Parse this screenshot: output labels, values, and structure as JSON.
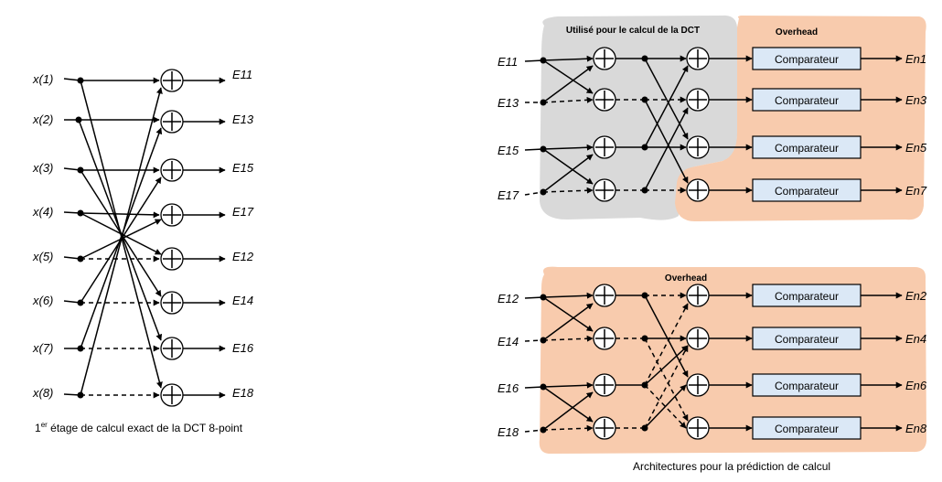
{
  "left": {
    "inputs": [
      "x(1)",
      "x(2)",
      "x(3)",
      "x(4)",
      "x(5)",
      "x(6)",
      "x(7)",
      "x(8)"
    ],
    "outputs": [
      "E11",
      "E13",
      "E15",
      "E17",
      "E12",
      "E14",
      "E16",
      "E18"
    ],
    "caption_sup": "er",
    "caption_prefix": "1",
    "caption_rest": " étage de calcul exact de la DCT 8-point"
  },
  "top_arch": {
    "gray_title": "Utilisé pour le calcul de la DCT",
    "overhead_title": "Overhead",
    "inputs": [
      "E11",
      "E13",
      "E15",
      "E17"
    ],
    "comparator_label": "Comparateur",
    "outputs": [
      "En1",
      "En3",
      "En5",
      "En7"
    ]
  },
  "bottom_arch": {
    "overhead_title": "Overhead",
    "inputs": [
      "E12",
      "E14",
      "E16",
      "E18"
    ],
    "comparator_label": "Comparateur",
    "outputs": [
      "En2",
      "En4",
      "En6",
      "En8"
    ]
  },
  "caption_right": "Architectures pour la prédiction de calcul",
  "colors": {
    "gray_region": "#d9d9d9",
    "overhead_region": "#f8cbad",
    "comparator_fill": "#dbe8f6",
    "line": "#000000"
  }
}
